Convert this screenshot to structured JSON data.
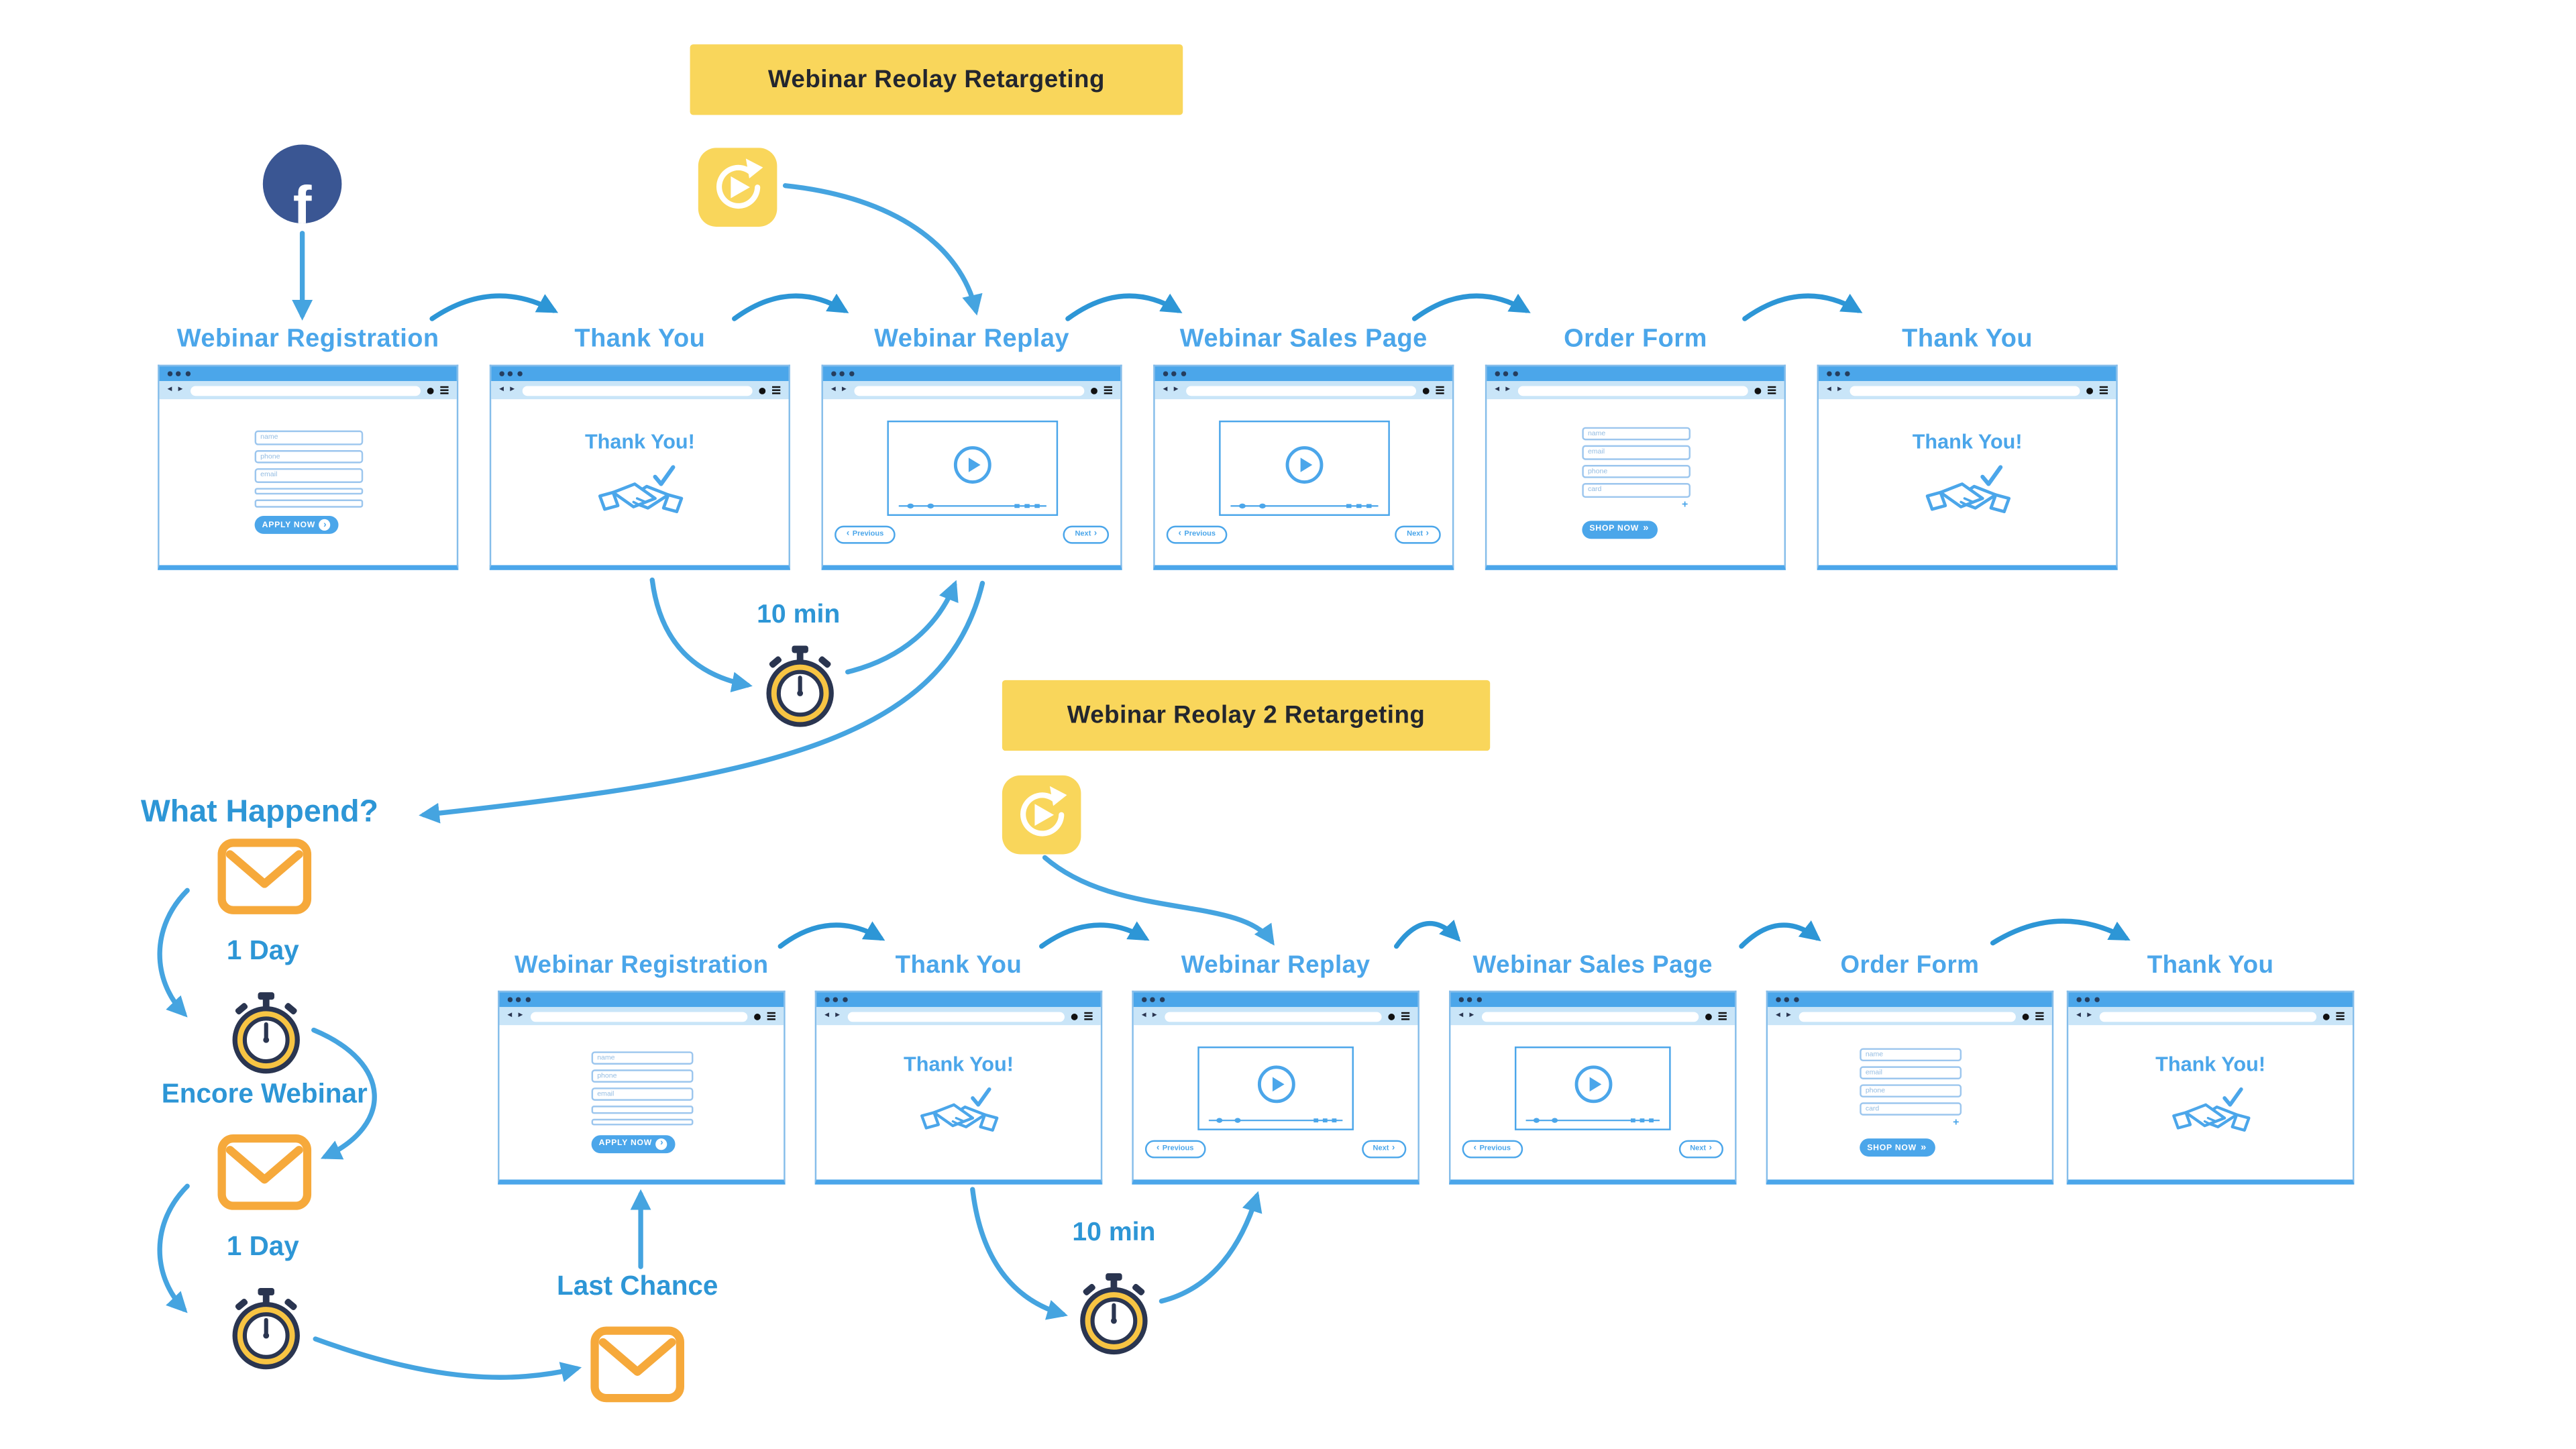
{
  "badges": {
    "top": "Webinar Reolay Retargeting",
    "bottom": "Webinar Reolay 2 Retargeting"
  },
  "icons": {
    "facebook_letter": "f"
  },
  "timers": {
    "top": "10 min",
    "bottom": "10 min"
  },
  "sequence": {
    "what_happened": "What Happend?",
    "day1_first": "1 Day",
    "encore": "Encore Webinar",
    "day1_second": "1 Day",
    "last_chance": "Last Chance"
  },
  "window_texts": {
    "thank_you": "Thank You!",
    "apply_now": "APPLY NOW",
    "shop_now": "SHOP NOW",
    "previous": "Previous",
    "next": "Next",
    "plus": "+",
    "registration_fields": [
      "name",
      "phone",
      "email",
      "",
      ""
    ],
    "order_fields": [
      "name",
      "email",
      "phone",
      "card"
    ]
  },
  "rows": [
    {
      "name": "top funnel",
      "steps": [
        {
          "label": "Webinar Registration",
          "type": "registration"
        },
        {
          "label": "Thank You",
          "type": "thankyou"
        },
        {
          "label": "Webinar Replay",
          "type": "video"
        },
        {
          "label": "Webinar Sales Page",
          "type": "video"
        },
        {
          "label": "Order Form",
          "type": "order"
        },
        {
          "label": "Thank You",
          "type": "thankyou"
        }
      ]
    },
    {
      "name": "bottom funnel",
      "steps": [
        {
          "label": "Webinar Registration",
          "type": "registration"
        },
        {
          "label": "Thank You",
          "type": "thankyou"
        },
        {
          "label": "Webinar Replay",
          "type": "video"
        },
        {
          "label": "Webinar Sales Page",
          "type": "video"
        },
        {
          "label": "Order Form",
          "type": "order"
        },
        {
          "label": "Thank You",
          "type": "thankyou"
        }
      ]
    }
  ],
  "colors": {
    "window_blue": "#4BA6EA",
    "arrow_blue": "#2D96D6",
    "arrow_light": "#45A4E0",
    "badge_yellow": "#F9D65B",
    "envelope_orange": "#F6A93B",
    "stopwatch_yellow": "#F7C443",
    "navy": "#2A3550",
    "facebook_navy": "#3A5693"
  }
}
